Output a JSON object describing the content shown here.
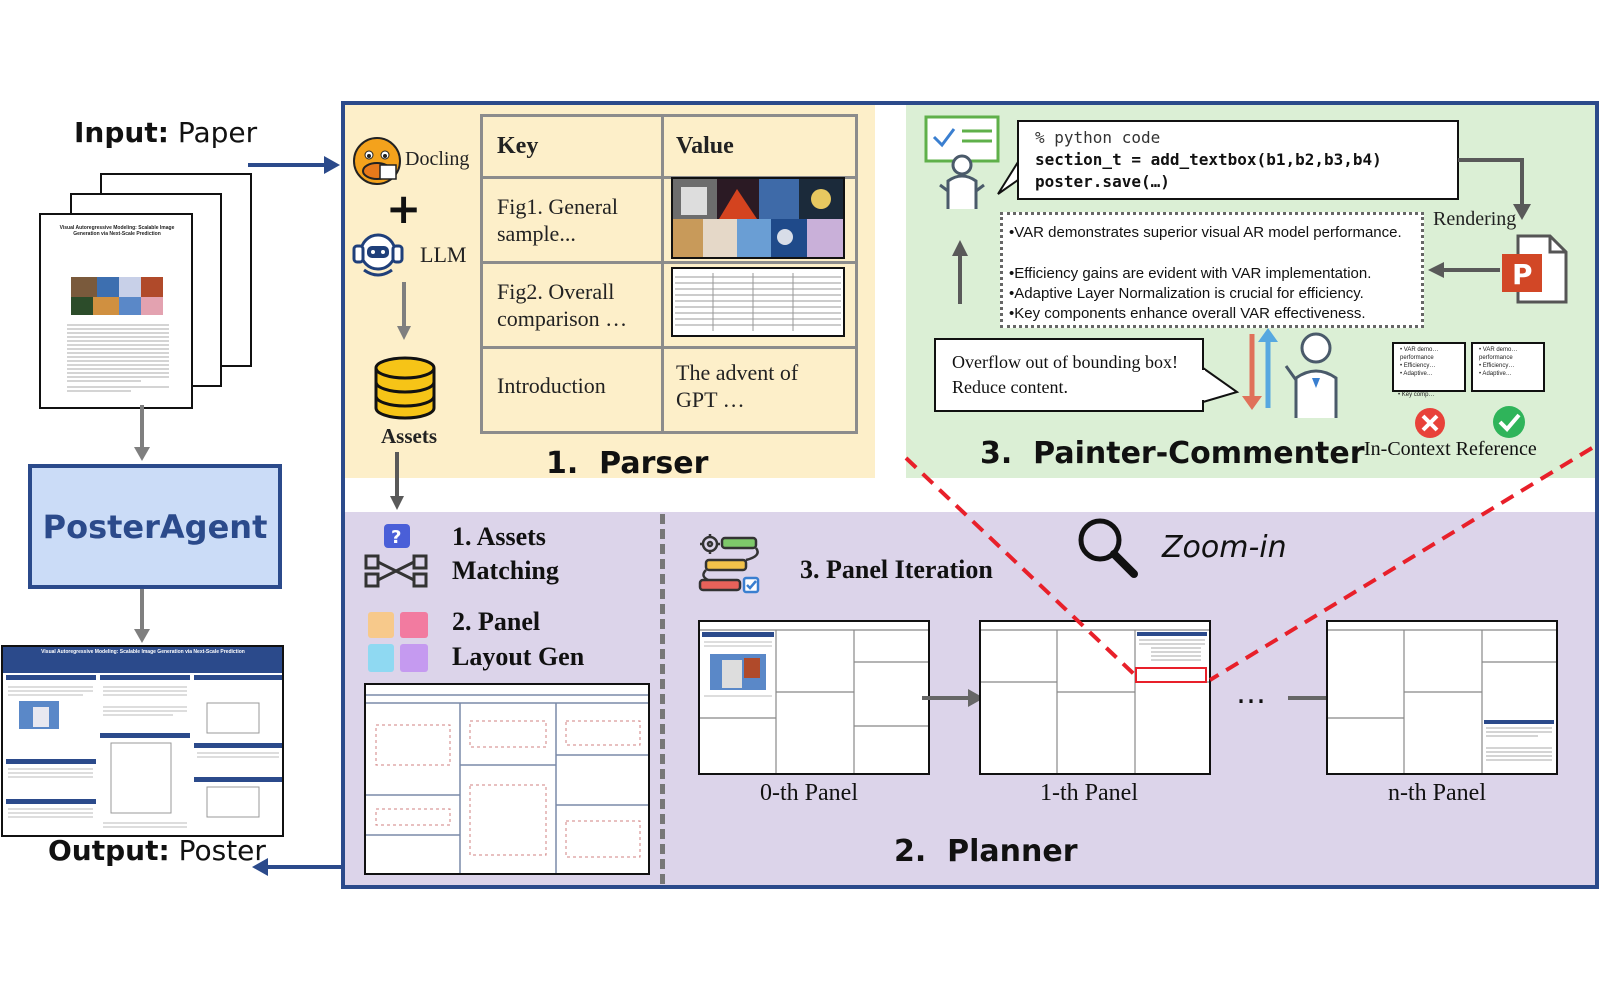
{
  "input": {
    "label_bold": "Input:",
    "label_rest": " Paper"
  },
  "output": {
    "label_bold": "Output:",
    "label_rest": " Poster"
  },
  "agent": {
    "name": "PosterAgent"
  },
  "paper_thumb": {
    "title": "Visual Autoregressive Modeling: Scalable Image Generation via Next-Scale Prediction"
  },
  "poster_thumb": {
    "title": "Visual Autoregressive Modeling: Scalable Image Generation via Next-Scale Prediction"
  },
  "parser": {
    "docling": "Docling",
    "plus": "+",
    "llm": "LLM",
    "assets": "Assets",
    "title": "1.  Parser",
    "table": {
      "headers": [
        "Key",
        "Value"
      ],
      "rows": [
        {
          "key": "Fig1. General sample...",
          "value_type": "image"
        },
        {
          "key": "Fig2. Overall comparison …",
          "value_type": "table-image"
        },
        {
          "key": "Introduction",
          "value": "The advent of GPT …"
        }
      ]
    }
  },
  "painter": {
    "code_comment": "% python code",
    "code_line1": "section_t = add_textbox(b1,b2,b3,b4)",
    "code_line2": "poster.save(…)",
    "rendering": "Rendering",
    "bullets": [
      "•VAR demonstrates superior visual AR model performance.",
      "•Efficiency gains are evident with VAR implementation.",
      "•Adaptive Layer Normalization is crucial for efficiency.",
      "•Key components enhance overall VAR effectiveness."
    ],
    "feedback": "Overflow out of bounding box! Reduce content.",
    "in_context": "In-Context Reference",
    "title": "3.  Painter-Commenter",
    "ref_bad": [
      "• VAR demo…",
      "performance",
      "• Efficiency…",
      "• Adaptive…",
      "• Key comp…"
    ],
    "ref_good": [
      "• VAR demo…",
      "performance",
      "• Efficiency…",
      "• Adaptive…"
    ]
  },
  "planner": {
    "step1": "1. Assets Matching",
    "step1_line1": "1. Assets",
    "step1_line2": "Matching",
    "step2_line1": "2. Panel",
    "step2_line2": "Layout Gen",
    "step3": "3. Panel Iteration",
    "zoom": "Zoom-in",
    "panels": [
      "0-th Panel",
      "1-th Panel",
      "n-th Panel"
    ],
    "ellipsis": "…",
    "title": "2.  Planner"
  },
  "colors": {
    "frame": "#2b4a8b",
    "parser_bg": "#fdefc9",
    "painter_bg": "#dbefd5",
    "planner_bg": "#dcd4ea",
    "agent_bg": "#cbdcf7",
    "zoom_dash": "#e8202a"
  }
}
